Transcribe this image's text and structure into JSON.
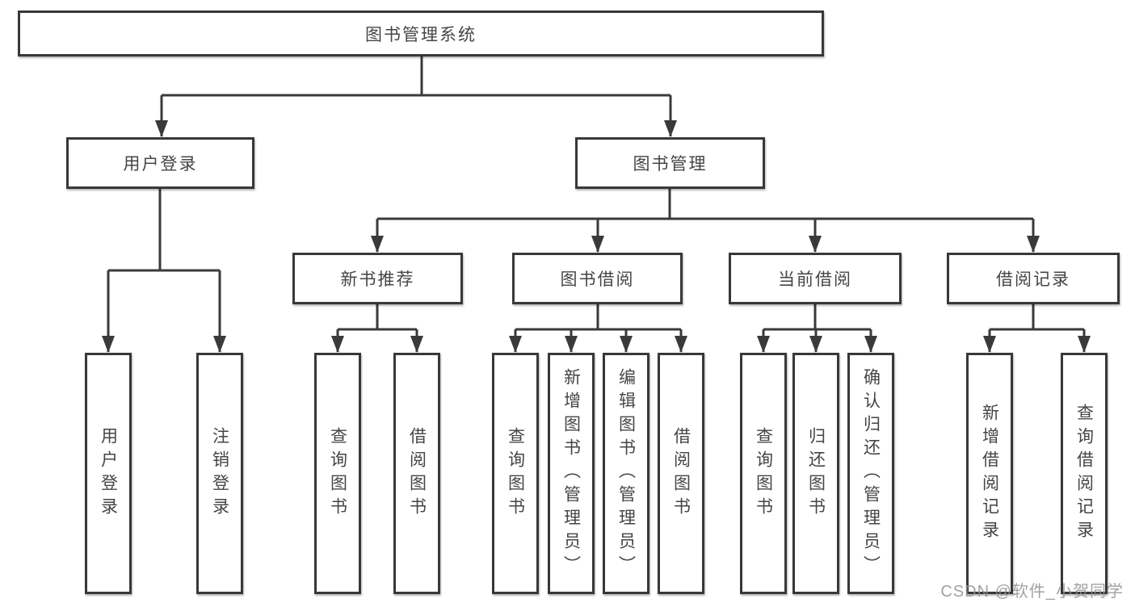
{
  "diagram": {
    "title": "图书管理系统",
    "type": "hierarchy-tree",
    "colors": {
      "line": "#3a3a3a",
      "box_border": "#383838",
      "text": "#454545",
      "background": "#ffffff",
      "watermark": "#919191"
    },
    "nodes": {
      "root": "图书管理系统",
      "branch_user_login": "用户登录",
      "branch_book_mgmt": "图书管理",
      "mod_new_book_rec": "新书推荐",
      "mod_book_borrow": "图书借阅",
      "mod_current_borrow": "当前借阅",
      "mod_borrow_record": "借阅记录",
      "leaf_user_login": "用户登录",
      "leaf_logout": "注销登录",
      "leaf_rec_query_book": "查询图书",
      "leaf_rec_borrow_book": "借阅图书",
      "leaf_bb_query_book": "查询图书",
      "leaf_bb_add_book": "新增图书（管理员）",
      "leaf_bb_edit_book": "编辑图书（管理员）",
      "leaf_bb_borrow_book": "借阅图书",
      "leaf_cb_query_book": "查询图书",
      "leaf_cb_return_book": "归还图书",
      "leaf_cb_confirm_return": "确认归还（管理员）",
      "leaf_br_add_record": "新增借阅记录",
      "leaf_br_query_record": "查询借阅记录"
    },
    "edges": [
      [
        "图书管理系统",
        "用户登录"
      ],
      [
        "图书管理系统",
        "图书管理"
      ],
      [
        "用户登录",
        "用户登录(叶)"
      ],
      [
        "用户登录",
        "注销登录"
      ],
      [
        "图书管理",
        "新书推荐"
      ],
      [
        "图书管理",
        "图书借阅"
      ],
      [
        "图书管理",
        "当前借阅"
      ],
      [
        "图书管理",
        "借阅记录"
      ],
      [
        "新书推荐",
        "查询图书"
      ],
      [
        "新书推荐",
        "借阅图书"
      ],
      [
        "图书借阅",
        "查询图书"
      ],
      [
        "图书借阅",
        "新增图书（管理员）"
      ],
      [
        "图书借阅",
        "编辑图书（管理员）"
      ],
      [
        "图书借阅",
        "借阅图书"
      ],
      [
        "当前借阅",
        "查询图书"
      ],
      [
        "当前借阅",
        "归还图书"
      ],
      [
        "当前借阅",
        "确认归还（管理员）"
      ],
      [
        "借阅记录",
        "新增借阅记录"
      ],
      [
        "借阅记录",
        "查询借阅记录"
      ]
    ]
  },
  "watermark": "CSDN @软件_小贺同学"
}
